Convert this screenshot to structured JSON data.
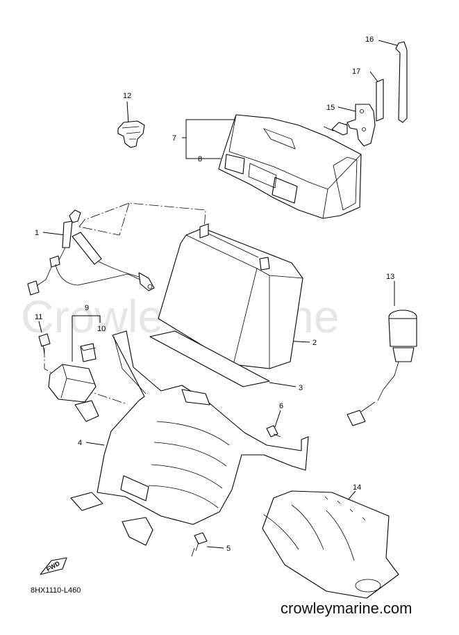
{
  "watermark": "Crowley Marine",
  "diagram_code": "8HX1110-L460",
  "website": "crowleymarine.com",
  "fwd_label": "FWD",
  "parts": [
    {
      "id": "p1",
      "num": "1"
    },
    {
      "id": "p2",
      "num": "2"
    },
    {
      "id": "p3",
      "num": "3"
    },
    {
      "id": "p4",
      "num": "4"
    },
    {
      "id": "p5",
      "num": "5"
    },
    {
      "id": "p6",
      "num": "6"
    },
    {
      "id": "p7",
      "num": "7"
    },
    {
      "id": "p8",
      "num": "8"
    },
    {
      "id": "p9",
      "num": "9"
    },
    {
      "id": "p10",
      "num": "10"
    },
    {
      "id": "p11",
      "num": "11"
    },
    {
      "id": "p12",
      "num": "12"
    },
    {
      "id": "p13",
      "num": "13"
    },
    {
      "id": "p14",
      "num": "14"
    },
    {
      "id": "p15",
      "num": "15"
    },
    {
      "id": "p16",
      "num": "16"
    },
    {
      "id": "p17",
      "num": "17"
    }
  ]
}
